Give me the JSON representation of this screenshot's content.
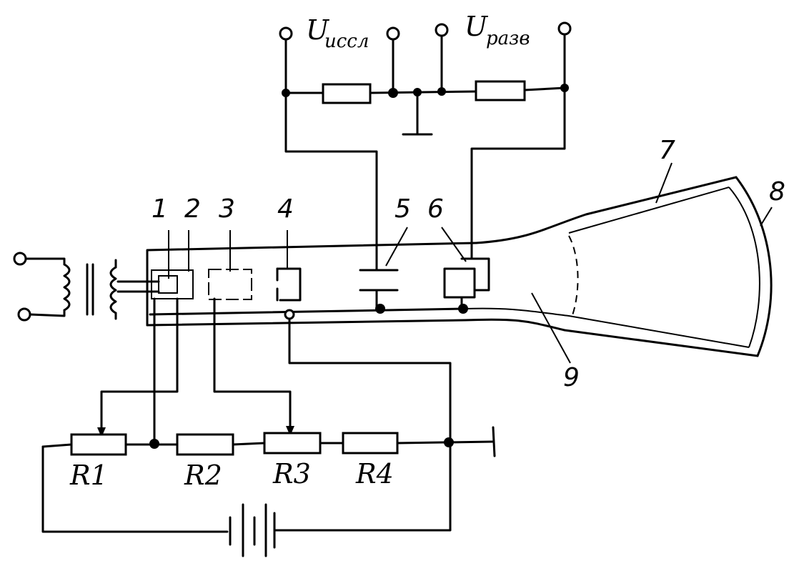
{
  "diagram": {
    "signals": {
      "u_main": "U",
      "u_investigated_sub": "иссл",
      "u_sweep_sub": "разв"
    },
    "component_numbers": [
      "1",
      "2",
      "3",
      "4",
      "5",
      "6",
      "7",
      "8",
      "9"
    ],
    "resistors": [
      "R1",
      "R2",
      "R3",
      "R4"
    ]
  }
}
